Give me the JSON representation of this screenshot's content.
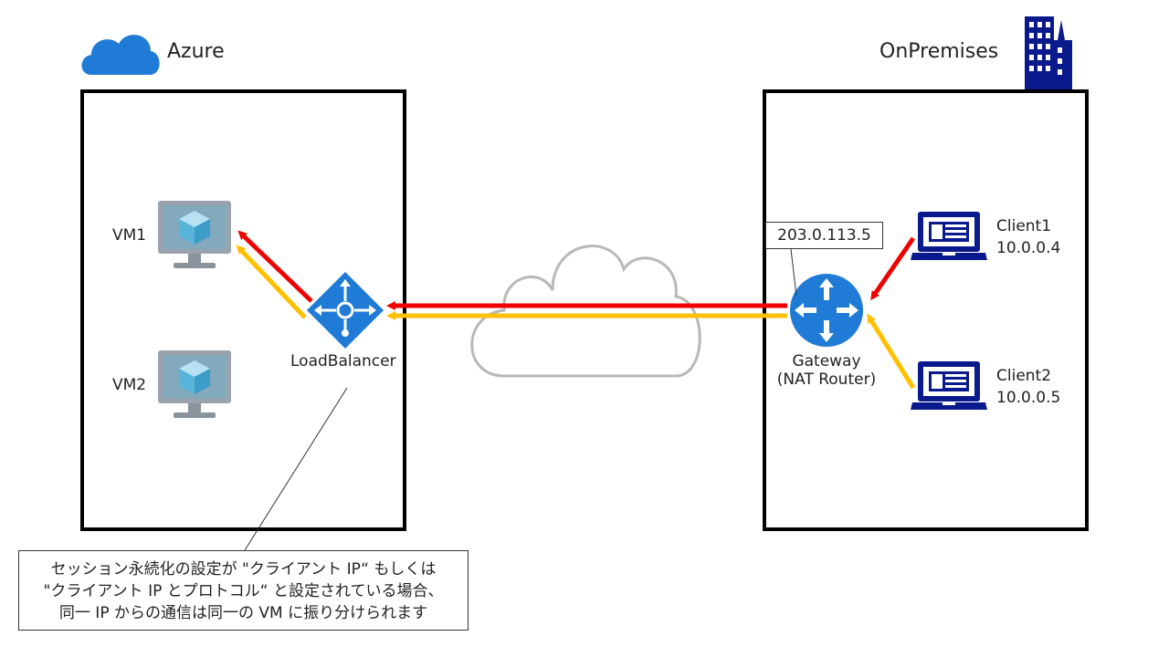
{
  "azure": {
    "title": "Azure"
  },
  "onprem": {
    "title": "OnPremises"
  },
  "vms": [
    {
      "label": "VM1"
    },
    {
      "label": "VM2"
    }
  ],
  "load_balancer": {
    "label": "LoadBalancer"
  },
  "gateway": {
    "line1": "Gateway",
    "line2": "(NAT Router)",
    "public_ip": "203.0.113.5"
  },
  "clients": [
    {
      "name": "Client1",
      "ip": "10.0.0.4"
    },
    {
      "name": "Client2",
      "ip": "10.0.0.5"
    }
  ],
  "note": {
    "line1": "セッション永続化の設定が \"クライアント IP“ もしくは",
    "line2": "\"クライアント IP とプロトコル“ と設定されている場合、",
    "line3": "同一 IP からの通信は同一の VM に振り分けられます"
  },
  "colors": {
    "flow_client1": "#ee0000",
    "flow_client2": "#ffc000",
    "azure_blue": "#1f7bd6",
    "device_navy": "#0a1a8c",
    "monitor_gray": "#9aa3ad",
    "vm_cube": "#59b4d9",
    "cloud_outline": "#b8b8b8"
  }
}
